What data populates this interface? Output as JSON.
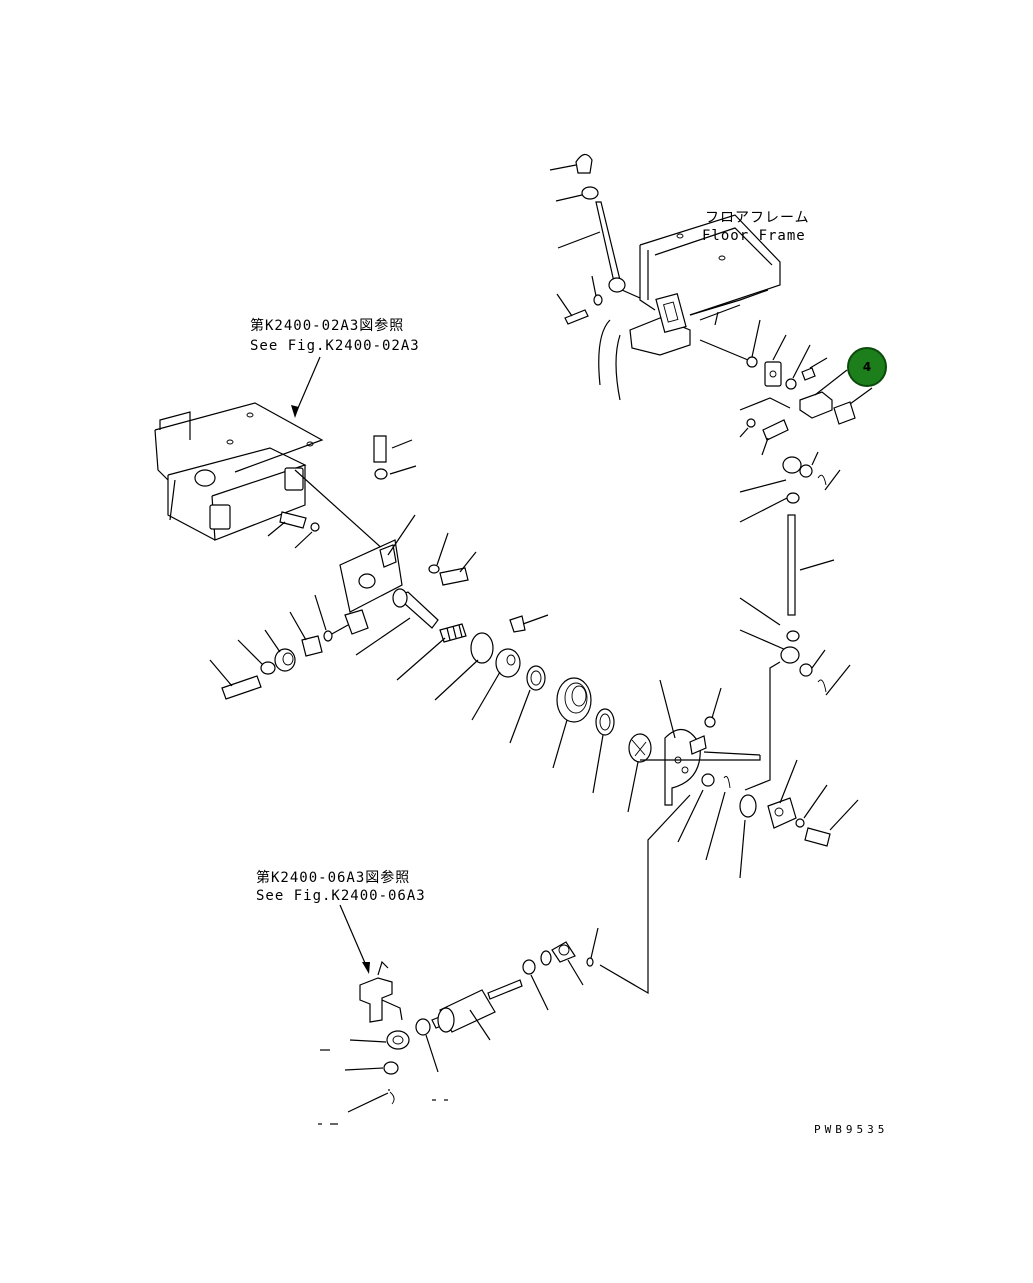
{
  "labels": {
    "floor_frame_jp": "フロアフレーム",
    "floor_frame_en": "Floor Frame",
    "ref_top_jp": "第K2400-02A3図参照",
    "ref_top_en": "See Fig.K2400-02A3",
    "ref_bottom_jp": "第K2400-06A3図参照",
    "ref_bottom_en": "See Fig.K2400-06A3",
    "figure_code": "PWB9535"
  },
  "callout": {
    "number": "4",
    "color": "#1c7f1c"
  },
  "icons": [
    "lever-knob-icon",
    "bolt-icon",
    "nut-icon",
    "washer-icon",
    "bracket-icon",
    "cable-icon",
    "spring-icon",
    "pulley-icon",
    "rod-icon"
  ]
}
